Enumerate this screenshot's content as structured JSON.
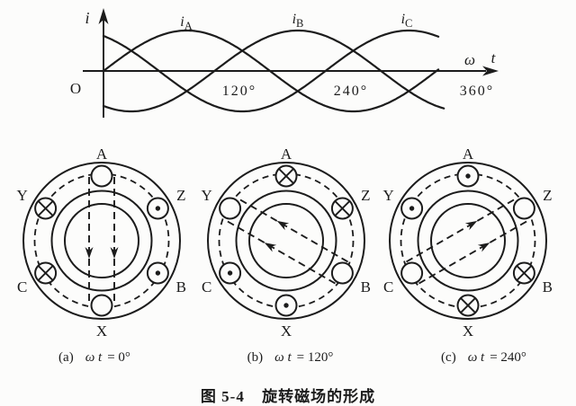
{
  "figure": {
    "number": "图 5-4",
    "title": "旋转磁场的形成",
    "subcaptions": [
      {
        "index": "(a)",
        "variable": "ω t",
        "value": "= 0°"
      },
      {
        "index": "(b)",
        "variable": "ω t",
        "value": "= 120°"
      },
      {
        "index": "(c)",
        "variable": "ω t",
        "value": "= 240°"
      }
    ]
  },
  "chart_data": {
    "type": "line",
    "title": "",
    "ylabel": "i",
    "xlabel": "ω t",
    "xlabel_parts": {
      "omega": "ω",
      "t": "t"
    },
    "origin_label": "O",
    "x_unit": "degrees",
    "x_range_deg": [
      0,
      368
    ],
    "amplitude_norm": 1,
    "grid": false,
    "series": [
      {
        "name": "iA",
        "label": "i",
        "subscript": "A",
        "function": "sin",
        "phase_deg": 0,
        "draw_range_deg": [
          0,
          362
        ]
      },
      {
        "name": "iB",
        "label": "i",
        "subscript": "B",
        "function": "sin",
        "phase_deg": -120,
        "draw_range_deg": [
          0,
          368
        ]
      },
      {
        "name": "iC",
        "label": "i",
        "subscript": "C",
        "function": "sin",
        "phase_deg": 120,
        "draw_range_deg": [
          0,
          362
        ]
      }
    ],
    "x_ticks": [
      {
        "value_deg": 120,
        "label": "120°"
      },
      {
        "value_deg": 240,
        "label": "240°"
      },
      {
        "value_deg": 360,
        "label": "360°"
      }
    ]
  },
  "diagrams": [
    {
      "id": "a",
      "omega_t_deg": 0,
      "flux_direction_deg": 270,
      "slots": [
        {
          "name": "A",
          "angle_deg": 90,
          "symbol": "none"
        },
        {
          "name": "Z",
          "angle_deg": 30,
          "symbol": "dot"
        },
        {
          "name": "B",
          "angle_deg": -30,
          "symbol": "dot"
        },
        {
          "name": "X",
          "angle_deg": 270,
          "symbol": "none"
        },
        {
          "name": "C",
          "angle_deg": 210,
          "symbol": "cross"
        },
        {
          "name": "Y",
          "angle_deg": 150,
          "symbol": "cross"
        }
      ]
    },
    {
      "id": "b",
      "omega_t_deg": 120,
      "flux_direction_deg": 150,
      "slots": [
        {
          "name": "A",
          "angle_deg": 90,
          "symbol": "cross"
        },
        {
          "name": "Z",
          "angle_deg": 30,
          "symbol": "cross"
        },
        {
          "name": "B",
          "angle_deg": -30,
          "symbol": "none"
        },
        {
          "name": "X",
          "angle_deg": 270,
          "symbol": "dot"
        },
        {
          "name": "C",
          "angle_deg": 210,
          "symbol": "dot"
        },
        {
          "name": "Y",
          "angle_deg": 150,
          "symbol": "none"
        }
      ]
    },
    {
      "id": "c",
      "omega_t_deg": 240,
      "flux_direction_deg": 30,
      "slots": [
        {
          "name": "A",
          "angle_deg": 90,
          "symbol": "dot"
        },
        {
          "name": "Z",
          "angle_deg": 30,
          "symbol": "none"
        },
        {
          "name": "B",
          "angle_deg": -30,
          "symbol": "cross"
        },
        {
          "name": "X",
          "angle_deg": 270,
          "symbol": "cross"
        },
        {
          "name": "C",
          "angle_deg": 210,
          "symbol": "none"
        },
        {
          "name": "Y",
          "angle_deg": 150,
          "symbol": "dot"
        }
      ]
    }
  ],
  "colors": {
    "ink": "#1c1c1c",
    "paper": "#fcfcfb"
  }
}
